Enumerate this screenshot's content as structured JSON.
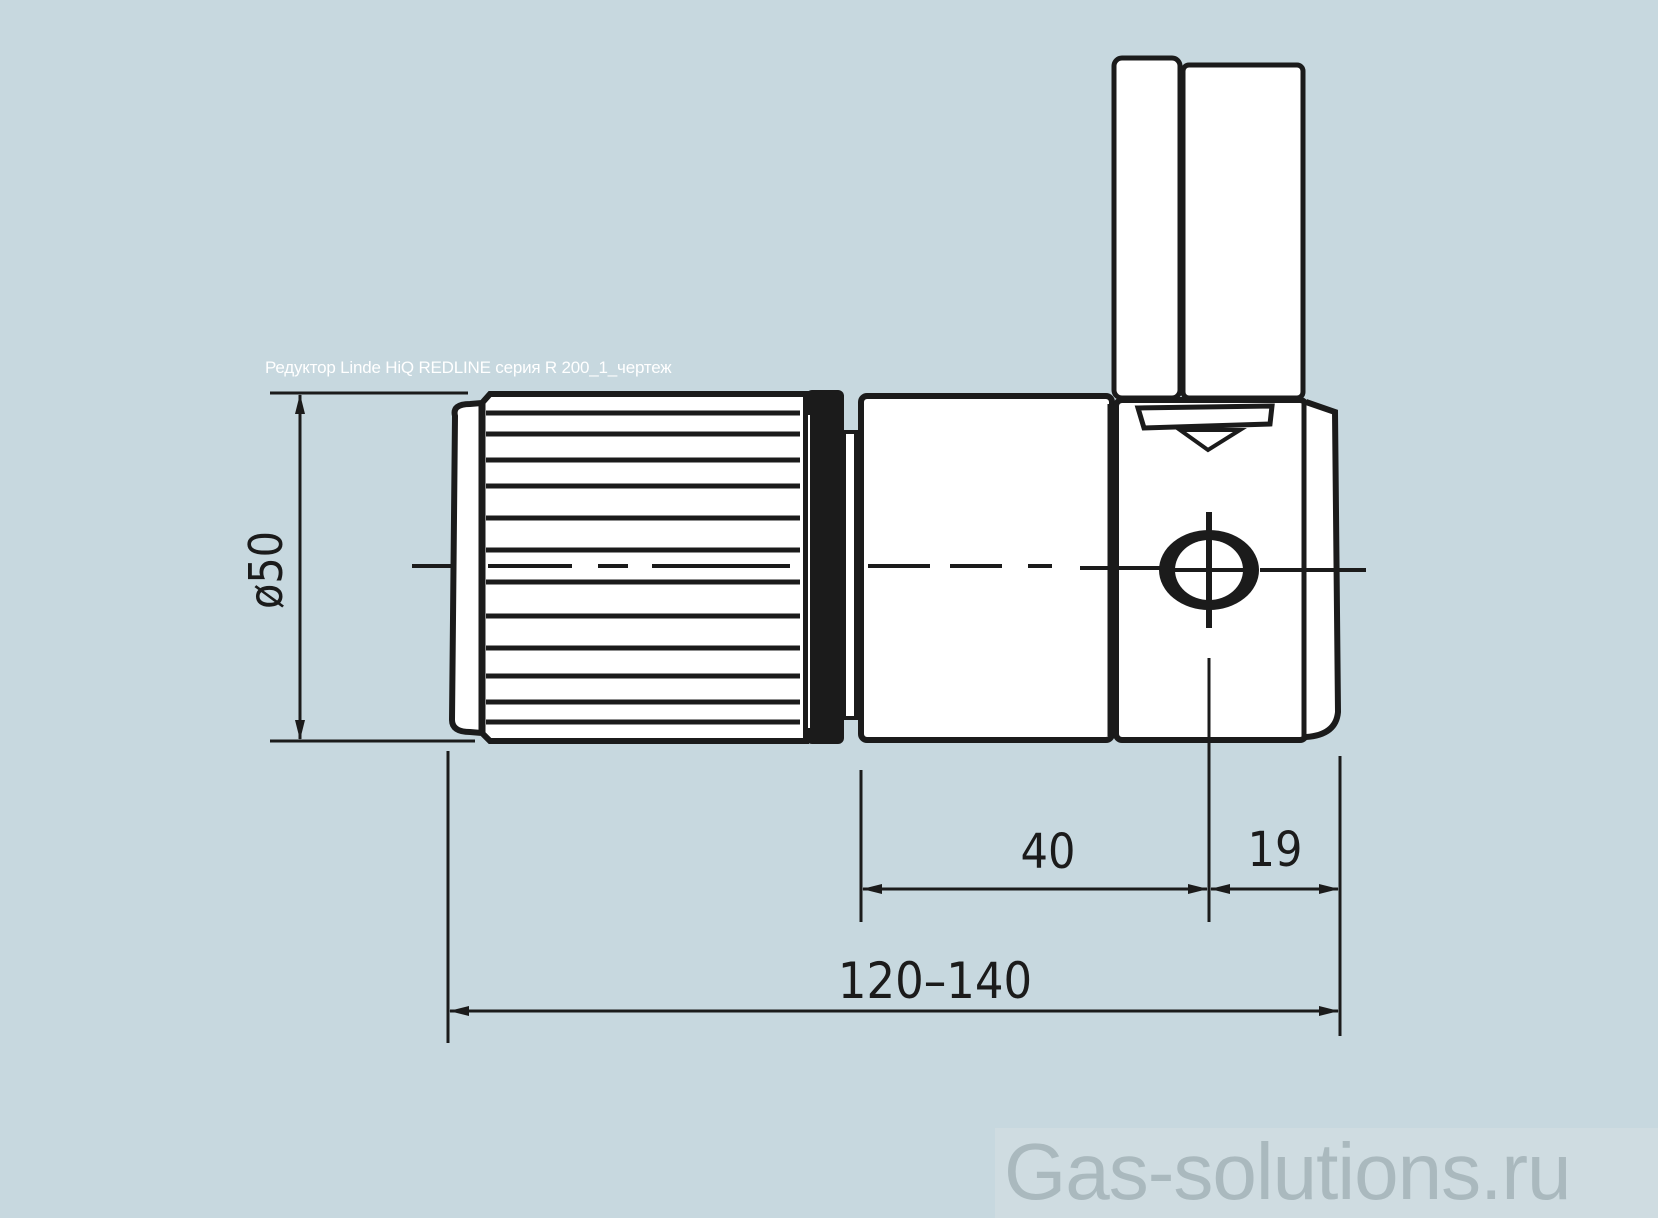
{
  "caption": "Редуктор Linde HiQ REDLINE серия R 200_1_чертеж",
  "dimensions": {
    "diameter": "ø50",
    "handle_offset": "40",
    "outlet_offset": "19",
    "overall_length": "120–140"
  },
  "watermark": "Gas-solutions.ru",
  "colors": {
    "background": "#c7d8df",
    "line": "#1b1b1b",
    "fill": "#ffffff",
    "watermark_text": "#aab9be"
  }
}
